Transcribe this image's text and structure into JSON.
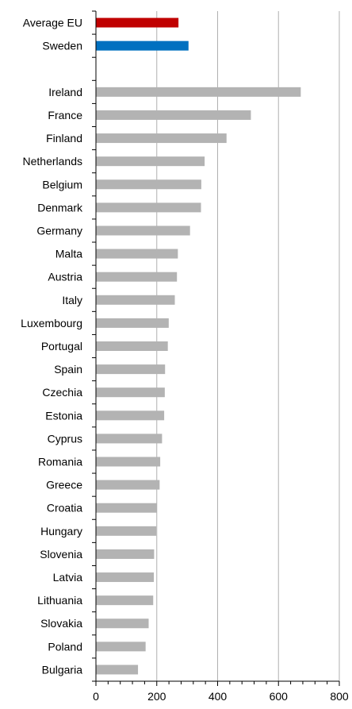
{
  "chart_data": {
    "type": "bar",
    "orientation": "horizontal",
    "categories": [
      "Average EU",
      "Sweden",
      "",
      "Ireland",
      "France",
      "Finland",
      "Netherlands",
      "Belgium",
      "Denmark",
      "Germany",
      "Malta",
      "Austria",
      "Italy",
      "Luxembourg",
      "Portugal",
      "Spain",
      "Czechia",
      "Estonia",
      "Cyprus",
      "Romania",
      "Greece",
      "Croatia",
      "Hungary",
      "Slovenia",
      "Latvia",
      "Lithuania",
      "Slovakia",
      "Poland",
      "Bulgaria"
    ],
    "values": [
      270,
      303,
      null,
      672,
      508,
      428,
      356,
      345,
      344,
      308,
      268,
      265,
      258,
      238,
      235,
      226,
      225,
      223,
      216,
      210,
      208,
      198,
      197,
      190,
      189,
      187,
      172,
      162,
      137
    ],
    "bar_colors": [
      "#c00000",
      "#0070c0",
      "",
      "#b3b3b3",
      "#b3b3b3",
      "#b3b3b3",
      "#b3b3b3",
      "#b3b3b3",
      "#b3b3b3",
      "#b3b3b3",
      "#b3b3b3",
      "#b3b3b3",
      "#b3b3b3",
      "#b3b3b3",
      "#b3b3b3",
      "#b3b3b3",
      "#b3b3b3",
      "#b3b3b3",
      "#b3b3b3",
      "#b3b3b3",
      "#b3b3b3",
      "#b3b3b3",
      "#b3b3b3",
      "#b3b3b3",
      "#b3b3b3",
      "#b3b3b3",
      "#b3b3b3",
      "#b3b3b3",
      "#b3b3b3"
    ],
    "x_ticks": [
      "0",
      "200",
      "400",
      "600",
      "800"
    ],
    "xlim": [
      0,
      800
    ],
    "x_major_step": 200,
    "x_minor_step": 40,
    "grid": "vertical major",
    "gridline_color": "#b0b0b0",
    "axis_color": "#000000",
    "title": "",
    "xlabel": "",
    "ylabel": ""
  }
}
